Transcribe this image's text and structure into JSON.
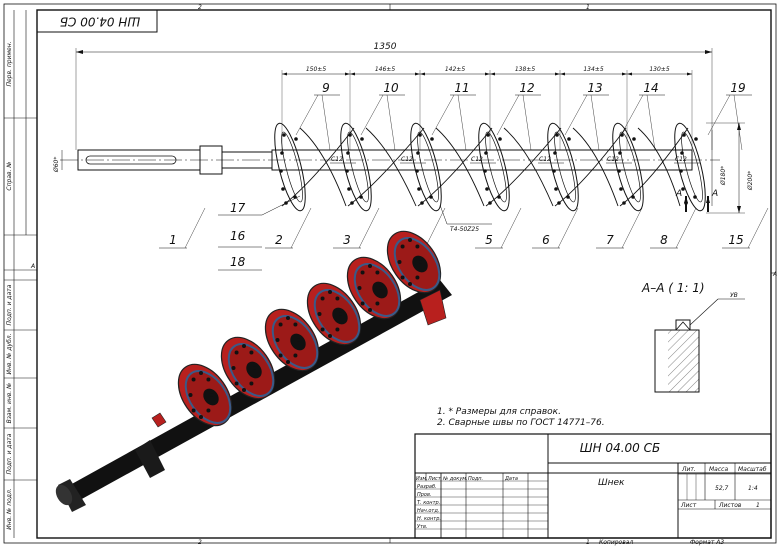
{
  "drawing": {
    "code_rotated": "ШН 04.00 СБ",
    "overall_length": "1350",
    "pitches": [
      "150±5",
      "146±5",
      "142±5",
      "138±5",
      "134±5",
      "130±5"
    ],
    "dia_shaft": "Ø60*",
    "dia_inner": "Ø180*",
    "dia_outer": "Ø200*",
    "weld_mark": "C12",
    "weld_joint": "T4-50Z25",
    "section_ref": "A",
    "section_title": "A–A ( 1: 1)",
    "weld_symbol": "УВ",
    "callouts_top": [
      "9",
      "10",
      "11",
      "12",
      "13",
      "14",
      "19"
    ],
    "callouts_bottom": [
      "1",
      "2",
      "3",
      "4",
      "5",
      "6",
      "7",
      "8",
      "15"
    ],
    "callouts_left": [
      "17",
      "16",
      "18"
    ],
    "zone_top": [
      "2",
      "1"
    ],
    "zone_bottom": [
      "2",
      "1"
    ],
    "zone_side": "A"
  },
  "notes": [
    "1.   * Размеры для справок.",
    "2.   Сварные швы по ГОСТ 14771–76."
  ],
  "left_strip": [
    "Перв. примен.",
    "Справ. №",
    "Подп. и дата",
    "Инв. № дубл.",
    "Взам. инв. №",
    "Подп. и дата",
    "Инв. № подл."
  ],
  "title_block": {
    "designation": "ШН 04.00 СБ",
    "name": "Шнек",
    "col_lit": "Лит.",
    "col_mass": "Масса",
    "col_scale": "Масштаб",
    "mass": "52,7",
    "scale": "1:4",
    "sheet_label": "Лист",
    "sheets_label": "Листов",
    "sheets_value": "1",
    "hdr": [
      "Изм.",
      "Лист",
      "№ докум.",
      "Подп.",
      "Дата"
    ],
    "row_labels": [
      "Разраб.",
      "Пров.",
      "Т. контр.",
      "Нач.отд.",
      "Н. контр.",
      "Утв."
    ],
    "footer_copied": "Копировал",
    "footer_format": "Формат A3"
  }
}
